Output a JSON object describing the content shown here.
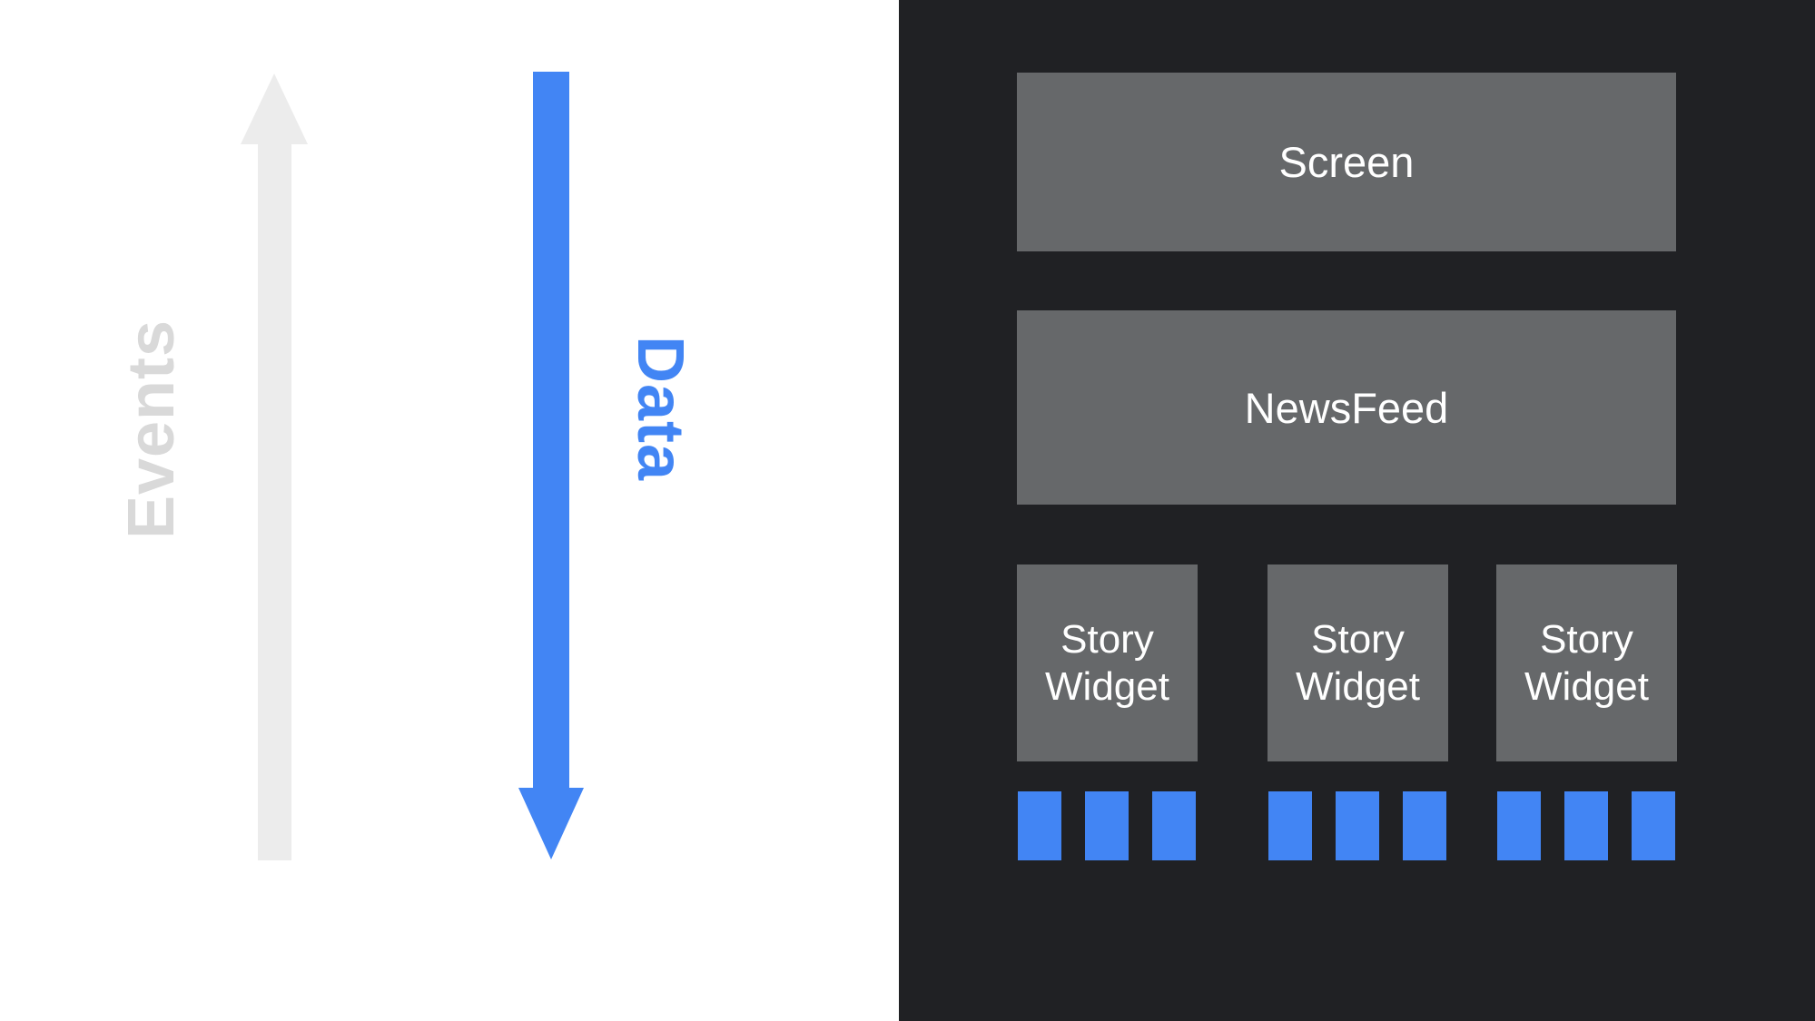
{
  "diagram": {
    "left_flow": {
      "events_label": "Events",
      "data_label": "Data"
    },
    "panel": {
      "screen_label": "Screen",
      "newsfeed_label": "NewsFeed",
      "story_widgets": [
        {
          "label": "Story Widget",
          "data_tiles": 3
        },
        {
          "label": "Story Widget",
          "data_tiles": 3
        },
        {
          "label": "Story Widget",
          "data_tiles": 3
        }
      ]
    },
    "colors": {
      "background_left": "#ffffff",
      "background_panel": "#202124",
      "box_gray": "#66686a",
      "accent_blue": "#4285f4",
      "arrow_gray": "#ececec",
      "events_text": "#d9d9d9",
      "box_text": "#ffffff"
    }
  }
}
